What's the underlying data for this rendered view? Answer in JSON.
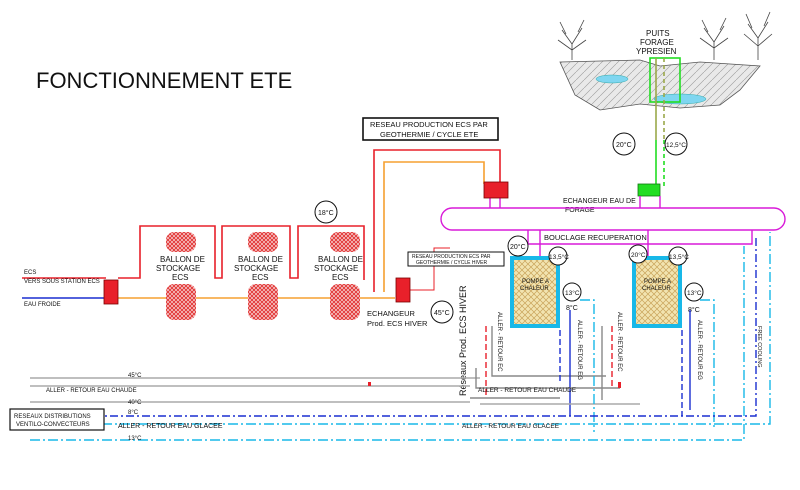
{
  "title": "FONCTIONNEMENT ETE",
  "puits": {
    "line1": "PUITS",
    "line2": "FORAGE",
    "line3": "YPRESIEN"
  },
  "reseau_ete": {
    "line1": "RESEAU PRODUCTION ECS PAR",
    "line2": "GEOTHERMIE / CYCLE ETE"
  },
  "reseau_hiver": {
    "line1": "RESEAU PRODUCTION ECS PAR",
    "line2": "GEOTHERMIE / CYCLE HIVER"
  },
  "echangeur_forage": {
    "line1": "ECHANGEUR EAU DE",
    "line2": "FORAGE"
  },
  "bouclage": "BOUCLAGE RECUPERATION",
  "temps": {
    "t_puits_left": "20°C",
    "t_puits_right": "12,5°C",
    "t_ballon": "18°C",
    "t_echangeur": "45°C",
    "t_pac1_in": "20°C",
    "t_pac1_out": "13,5°C",
    "t_pac1_13": "13°C",
    "t_pac1_8": "8°C",
    "t_pac2_in": "20°C",
    "t_pac2_out": "13,5°C",
    "t_pac2_13": "13°C",
    "t_pac2_8": "8°C"
  },
  "ballons": [
    {
      "line1": "BALLON DE",
      "line2": "STOCKAGE",
      "line3": "ECS"
    },
    {
      "line1": "BALLON DE",
      "line2": "STOCKAGE",
      "line3": "ECS"
    },
    {
      "line1": "BALLON DE",
      "line2": "STOCKAGE",
      "line3": "ECS"
    }
  ],
  "ecs_label": {
    "line1": "ECS",
    "line2": "VERS SOUS STATION ECS"
  },
  "eau_froide": "EAU FROIDE",
  "echangeur_prod": {
    "line1": "ECHANGEUR",
    "line2": "Prod. ECS HIVER"
  },
  "reseaux_prod_vertical": "Réseaux Prod. ECS HIVER",
  "pompe": {
    "line1": "POMPE A",
    "line2": "CHALEUR"
  },
  "aller_retour_ec": "ALLER - RETOUR EC",
  "aller_retour_eg": "ALLER - RETOUR EG",
  "free_cooling": "FREE COOLING",
  "left_temps": {
    "t45": "45°C",
    "t40": "40°C",
    "t8": "8°C",
    "t13": "13°C"
  },
  "aller_chaude_left": "ALLER - RETOUR EAU CHAUDE",
  "aller_chaude_mid": "ALLER - RETOUR EAU CHAUDE",
  "reseaux_distrib": {
    "line1": "RESEAUX DISTRIBUTIONS",
    "line2": "VENTILO-CONVECTEURS"
  },
  "aller_glacee_left": "ALLER - RETOUR EAU GLACEE",
  "aller_glacee_mid": "ALLER - RETOUR EAU GLACEE",
  "colors": {
    "red": "#e8202a",
    "orange": "#f5a030",
    "blue": "#1a2fd0",
    "cyan": "#18b8e8",
    "magenta": "#d81ad8",
    "green": "#22dd22",
    "olive": "#9aa84a",
    "pacfill": "#f2e4b0"
  }
}
